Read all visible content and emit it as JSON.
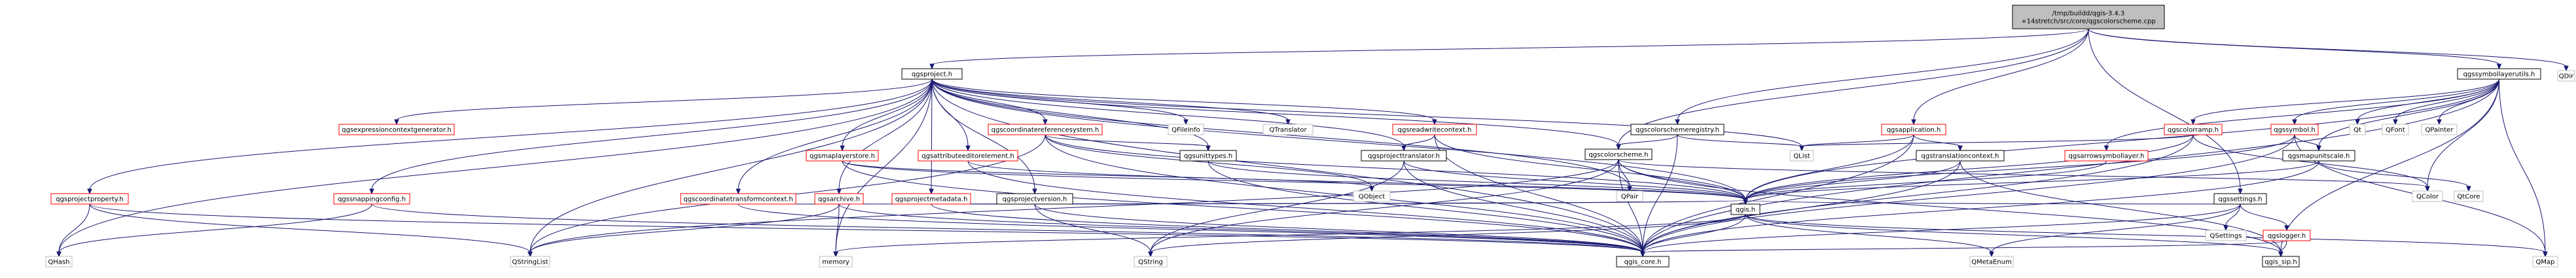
{
  "colors": {
    "edge": "#191970",
    "internal_stroke": "#000000",
    "internal_text": "#000000",
    "external_stroke": "#bfbfbf",
    "external_text": "#000000",
    "red_stroke": "#ff0000",
    "root_fill": "#bfbfbf"
  },
  "nodes": [
    {
      "id": "root",
      "kind": "root",
      "lines": [
        "/tmp/buildd/qgis-3.4.3",
        "+14stretch/src/core/qgscolorscheme.cpp"
      ]
    },
    {
      "id": "qgsproject",
      "kind": "internal",
      "lines": [
        "qgsproject.h"
      ]
    },
    {
      "id": "qgssymbollayerutils",
      "kind": "internal",
      "lines": [
        "qgssymbollayerutils.h"
      ]
    },
    {
      "id": "qdir",
      "kind": "external",
      "lines": [
        "QDir"
      ]
    },
    {
      "id": "qgsexprctxgen",
      "kind": "red",
      "lines": [
        "qgsexpressioncontextgenerator.h"
      ]
    },
    {
      "id": "qgscrs",
      "kind": "red",
      "lines": [
        "qgscoordinatereferencesystem.h"
      ]
    },
    {
      "id": "qfileinfo",
      "kind": "external",
      "lines": [
        "QFileInfo"
      ]
    },
    {
      "id": "qtranslator",
      "kind": "external",
      "lines": [
        "QTranslator"
      ]
    },
    {
      "id": "qgsreadwrite",
      "kind": "red",
      "lines": [
        "qgsreadwritecontext.h"
      ]
    },
    {
      "id": "qgscsregistry",
      "kind": "internal",
      "lines": [
        "qgscolorschemeregistry.h"
      ]
    },
    {
      "id": "qgsapplication",
      "kind": "red",
      "lines": [
        "qgsapplication.h"
      ]
    },
    {
      "id": "qgscolorramp",
      "kind": "red",
      "lines": [
        "qgscolorramp.h"
      ]
    },
    {
      "id": "qgssymbol",
      "kind": "red",
      "lines": [
        "qgssymbol.h"
      ]
    },
    {
      "id": "qt",
      "kind": "external",
      "lines": [
        "Qt"
      ]
    },
    {
      "id": "qfont",
      "kind": "external",
      "lines": [
        "QFont"
      ]
    },
    {
      "id": "qpainter",
      "kind": "external",
      "lines": [
        "QPainter"
      ]
    },
    {
      "id": "qgscolorscheme",
      "kind": "internal",
      "lines": [
        "qgscolorscheme.h"
      ]
    },
    {
      "id": "qgsunittypes",
      "kind": "internal",
      "lines": [
        "qgsunittypes.h"
      ]
    },
    {
      "id": "qgsmaplayerstore",
      "kind": "red",
      "lines": [
        "qgsmaplayerstore.h"
      ]
    },
    {
      "id": "qgsattrediting",
      "kind": "red",
      "lines": [
        "qgsattributeeditorelement.h"
      ]
    },
    {
      "id": "qgsprojtranslator",
      "kind": "internal",
      "lines": [
        "qgsprojecttranslator.h"
      ]
    },
    {
      "id": "qlist",
      "kind": "external",
      "lines": [
        "QList"
      ]
    },
    {
      "id": "qgstranslationctx",
      "kind": "internal",
      "lines": [
        "qgstranslationcontext.h"
      ]
    },
    {
      "id": "qgsarrowsymbol",
      "kind": "red",
      "lines": [
        "qgsarrowsymbollayer.h"
      ]
    },
    {
      "id": "qgsmapunitscale",
      "kind": "internal",
      "lines": [
        "qgsmapunitscale.h"
      ]
    },
    {
      "id": "qgscttranscontext",
      "kind": "red",
      "lines": [
        "qgscoordinatetransformcontext.h"
      ]
    },
    {
      "id": "qgsprojectmetadata",
      "kind": "red",
      "lines": [
        "qgsprojectmetadata.h"
      ]
    },
    {
      "id": "qgssettings",
      "kind": "internal",
      "lines": [
        "qgssettings.h"
      ]
    },
    {
      "id": "qgsprojectproperty",
      "kind": "red",
      "lines": [
        "qgsprojectproperty.h"
      ]
    },
    {
      "id": "qgssnappingconfig",
      "kind": "red",
      "lines": [
        "qgssnappingconfig.h"
      ]
    },
    {
      "id": "qgsarchive",
      "kind": "red",
      "lines": [
        "qgsarchive.h"
      ]
    },
    {
      "id": "qgsprojectversion",
      "kind": "internal",
      "lines": [
        "qgsprojectversion.h"
      ]
    },
    {
      "id": "qobject",
      "kind": "external",
      "lines": [
        "QObject"
      ]
    },
    {
      "id": "qpair",
      "kind": "external",
      "lines": [
        "QPair"
      ]
    },
    {
      "id": "qgis",
      "kind": "internal",
      "lines": [
        "qgis.h"
      ]
    },
    {
      "id": "qcolor",
      "kind": "external",
      "lines": [
        "QColor"
      ]
    },
    {
      "id": "qtcore",
      "kind": "external",
      "lines": [
        "QtCore"
      ]
    },
    {
      "id": "qsettings",
      "kind": "external",
      "lines": [
        "QSettings"
      ]
    },
    {
      "id": "qgslogger",
      "kind": "red",
      "lines": [
        "qgslogger.h"
      ]
    },
    {
      "id": "qhash",
      "kind": "external",
      "lines": [
        "QHash"
      ]
    },
    {
      "id": "qstringlist",
      "kind": "external",
      "lines": [
        "QStringList"
      ]
    },
    {
      "id": "memory",
      "kind": "external",
      "lines": [
        "memory"
      ]
    },
    {
      "id": "qstring",
      "kind": "external",
      "lines": [
        "QString"
      ]
    },
    {
      "id": "qgscore",
      "kind": "internal",
      "lines": [
        "qgis_core.h"
      ]
    },
    {
      "id": "qmetaenum",
      "kind": "external",
      "lines": [
        "QMetaEnum"
      ]
    },
    {
      "id": "qgissip",
      "kind": "internal",
      "lines": [
        "qgis_sip.h"
      ]
    },
    {
      "id": "qmap",
      "kind": "external",
      "lines": [
        "QMap"
      ]
    }
  ],
  "edges": [
    [
      "root",
      "qgsproject"
    ],
    [
      "root",
      "qgssymbollayerutils"
    ],
    [
      "root",
      "qdir"
    ],
    [
      "root",
      "qgscsregistry"
    ],
    [
      "root",
      "qgsapplication"
    ],
    [
      "root",
      "qgssettings"
    ],
    [
      "root",
      "qgscolorscheme"
    ],
    [
      "qgsproject",
      "qgsexprctxgen"
    ],
    [
      "qgsproject",
      "qgscrs"
    ],
    [
      "qgsproject",
      "qfileinfo"
    ],
    [
      "qgsproject",
      "qtranslator"
    ],
    [
      "qgsproject",
      "qgsreadwrite"
    ],
    [
      "qgsproject",
      "qgsunittypes"
    ],
    [
      "qgsproject",
      "qgsmaplayerstore"
    ],
    [
      "qgsproject",
      "qgsattrediting"
    ],
    [
      "qgsproject",
      "qgsprojtranslator"
    ],
    [
      "qgsproject",
      "qgscttranscontext"
    ],
    [
      "qgsproject",
      "qgsprojectmetadata"
    ],
    [
      "qgsproject",
      "qgsprojectproperty"
    ],
    [
      "qgsproject",
      "qgssnappingconfig"
    ],
    [
      "qgsproject",
      "qgsarchive"
    ],
    [
      "qgsproject",
      "qgsprojectversion"
    ],
    [
      "qgsproject",
      "qgis"
    ],
    [
      "qgsproject",
      "qgscore"
    ],
    [
      "qgsproject",
      "qlist"
    ],
    [
      "qgsproject",
      "qhash"
    ],
    [
      "qgsproject",
      "qstringlist"
    ],
    [
      "qgsproject",
      "memory"
    ],
    [
      "qgsproject",
      "qgscolorscheme"
    ],
    [
      "qgsproject",
      "qpair"
    ],
    [
      "qgssymbollayerutils",
      "qgscolorramp"
    ],
    [
      "qgssymbollayerutils",
      "qgssymbol"
    ],
    [
      "qgssymbollayerutils",
      "qt"
    ],
    [
      "qgssymbollayerutils",
      "qfont"
    ],
    [
      "qgssymbollayerutils",
      "qpainter"
    ],
    [
      "qgssymbollayerutils",
      "qgsarrowsymbol"
    ],
    [
      "qgssymbollayerutils",
      "qgsmapunitscale"
    ],
    [
      "qgssymbollayerutils",
      "qgis"
    ],
    [
      "qgssymbollayerutils",
      "qgscore"
    ],
    [
      "qgssymbollayerutils",
      "qcolor"
    ],
    [
      "qgssymbollayerutils",
      "qmap"
    ],
    [
      "qgssymbollayerutils",
      "qgissip"
    ],
    [
      "qgscsregistry",
      "qgscolorscheme"
    ],
    [
      "qgscsregistry",
      "qlist"
    ],
    [
      "qgscsregistry",
      "qgscore"
    ],
    [
      "qgsapplication",
      "qgstranslationctx"
    ],
    [
      "qgsapplication",
      "qgis"
    ],
    [
      "qgsapplication",
      "qgscore"
    ],
    [
      "qgsapplication",
      "qlist"
    ],
    [
      "qgscolorramp",
      "qgis"
    ],
    [
      "qgscolorramp",
      "qgscore"
    ],
    [
      "qgscolorramp",
      "qcolor"
    ],
    [
      "qgscolorramp",
      "qlist"
    ],
    [
      "qgssymbol",
      "qgsmapunitscale"
    ],
    [
      "qgssymbol",
      "qgis"
    ],
    [
      "qgssymbol",
      "qgscore"
    ],
    [
      "qgssymbol",
      "qmap"
    ],
    [
      "qgsmapunitscale",
      "qtcore"
    ],
    [
      "qgsmapunitscale",
      "qgscore"
    ],
    [
      "qgsmapunitscale",
      "qgis"
    ],
    [
      "qgscrs",
      "qgis"
    ],
    [
      "qgscrs",
      "qgscore"
    ],
    [
      "qgscrs",
      "qgsunittypes"
    ],
    [
      "qgscrs",
      "qstringlist"
    ],
    [
      "qgscrs",
      "qobject"
    ],
    [
      "qgsreadwrite",
      "qgsprojtranslator"
    ],
    [
      "qgsreadwrite",
      "qgis"
    ],
    [
      "qgsreadwrite",
      "qgscore"
    ],
    [
      "qgsunittypes",
      "qgis"
    ],
    [
      "qgsunittypes",
      "qgscore"
    ],
    [
      "qgsmaplayerstore",
      "qobject"
    ],
    [
      "qgsmaplayerstore",
      "qgscore"
    ],
    [
      "qgsmaplayerstore",
      "qgis"
    ],
    [
      "qgsattrediting",
      "qgscore"
    ],
    [
      "qgsattrediting",
      "qgis"
    ],
    [
      "qgsprojtranslator",
      "qgis"
    ],
    [
      "qgsprojtranslator",
      "qgscore"
    ],
    [
      "qgsprojtranslator",
      "qstring"
    ],
    [
      "qgstranslationctx",
      "qgis"
    ],
    [
      "qgstranslationctx",
      "qgscore"
    ],
    [
      "qgstranslationctx",
      "qgissip"
    ],
    [
      "qgsarrowsymbol",
      "qgis"
    ],
    [
      "qgscttranscontext",
      "qgis"
    ],
    [
      "qgscttranscontext",
      "qgscore"
    ],
    [
      "qgsprojectmetadata",
      "qgis"
    ],
    [
      "qgsprojectmetadata",
      "qgscore"
    ],
    [
      "qgssettings",
      "qsettings"
    ],
    [
      "qgssettings",
      "qgslogger"
    ],
    [
      "qgssettings",
      "qgis"
    ],
    [
      "qgssettings",
      "qgscore"
    ],
    [
      "qgssettings",
      "qmetaenum"
    ],
    [
      "qgsprojectproperty",
      "qhash"
    ],
    [
      "qgsprojectproperty",
      "qgscore"
    ],
    [
      "qgsprojectproperty",
      "qstringlist"
    ],
    [
      "qgssnappingconfig",
      "qhash"
    ],
    [
      "qgssnappingconfig",
      "qgscore"
    ],
    [
      "qgsarchive",
      "memory"
    ],
    [
      "qgsarchive",
      "qstringlist"
    ],
    [
      "qgsarchive",
      "qgscore"
    ],
    [
      "qgsprojectversion",
      "qgscore"
    ],
    [
      "qgsprojectversion",
      "qstring"
    ],
    [
      "qgscolorscheme",
      "qgis"
    ],
    [
      "qgscolorscheme",
      "qcolor"
    ],
    [
      "qgscolorscheme",
      "qgscore"
    ],
    [
      "qgscolorscheme",
      "qstring"
    ],
    [
      "qgscolorscheme",
      "qpair"
    ],
    [
      "qgscolorscheme",
      "qgissip"
    ],
    [
      "qgscolorscheme",
      "qstringlist"
    ],
    [
      "qgis",
      "qgscore"
    ],
    [
      "qgis",
      "qstring"
    ],
    [
      "qgis",
      "qmetaenum"
    ],
    [
      "qgis",
      "memory"
    ],
    [
      "qgis",
      "qmap"
    ],
    [
      "qgis",
      "qgissip"
    ],
    [
      "qgslogger",
      "qgscore"
    ],
    [
      "qgslogger",
      "qgissip"
    ]
  ]
}
